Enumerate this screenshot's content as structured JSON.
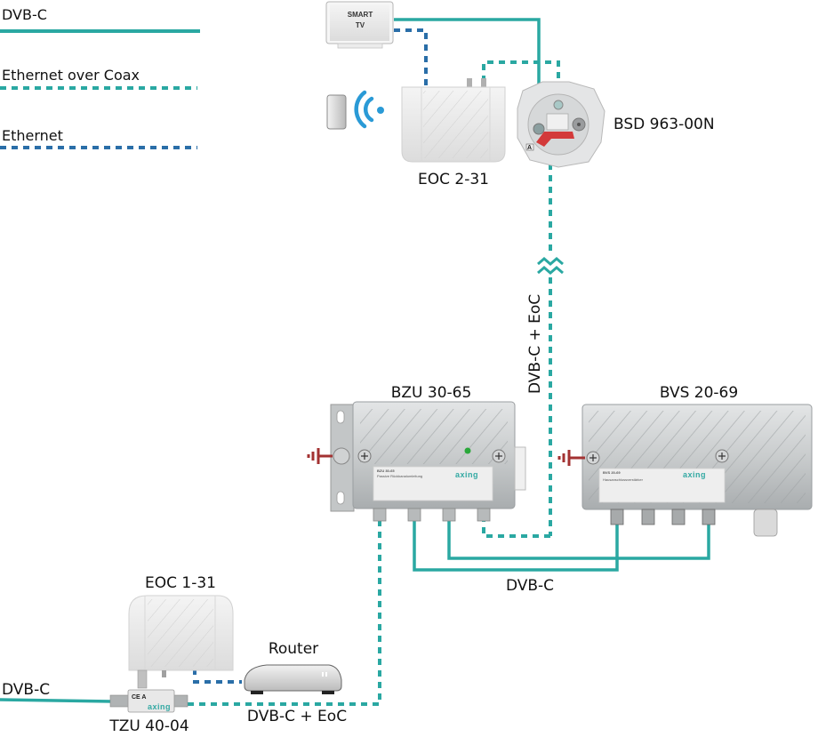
{
  "legend": {
    "items": [
      {
        "label": "DVB-C",
        "style": "solid",
        "color": "#2aa8a2"
      },
      {
        "label": "Ethernet over Coax",
        "style": "dashed",
        "color": "#2aa8a2"
      },
      {
        "label": "Ethernet",
        "style": "dashed",
        "color": "#2a6ea8"
      }
    ]
  },
  "colors": {
    "dvbc": "#2aa8a2",
    "eoc": "#2aa8a2",
    "ethernet": "#2a6ea8",
    "ground": "#a33232",
    "wifi": "#2a9ad6"
  },
  "devices": {
    "smart_tv": {
      "label_line1": "SMART",
      "label_line2": "TV"
    },
    "eoc_2_31": {
      "label": "EOC 2-31"
    },
    "bsd": {
      "label": "BSD 963-00N"
    },
    "bzu": {
      "label": "BZU 30-65",
      "brand": "axing",
      "plate_title": "BZU 30-65",
      "plate_subtitle": "Passive Rückkanalumleitung"
    },
    "bvs": {
      "label": "BVS 20-69",
      "brand": "axing",
      "plate_title": "BVS 20-69",
      "plate_subtitle": "Hausanschlussverstärker"
    },
    "eoc_1_31": {
      "label": "EOC 1-31"
    },
    "router": {
      "label": "Router"
    },
    "tzu": {
      "label": "TZU 40-04",
      "brand": "axing"
    }
  },
  "annotations": {
    "vertical_link": "DVB-C + EoC",
    "bottom_link": "DVB-C + EoC",
    "amp_link": "DVB-C",
    "input_link": "DVB-C"
  }
}
